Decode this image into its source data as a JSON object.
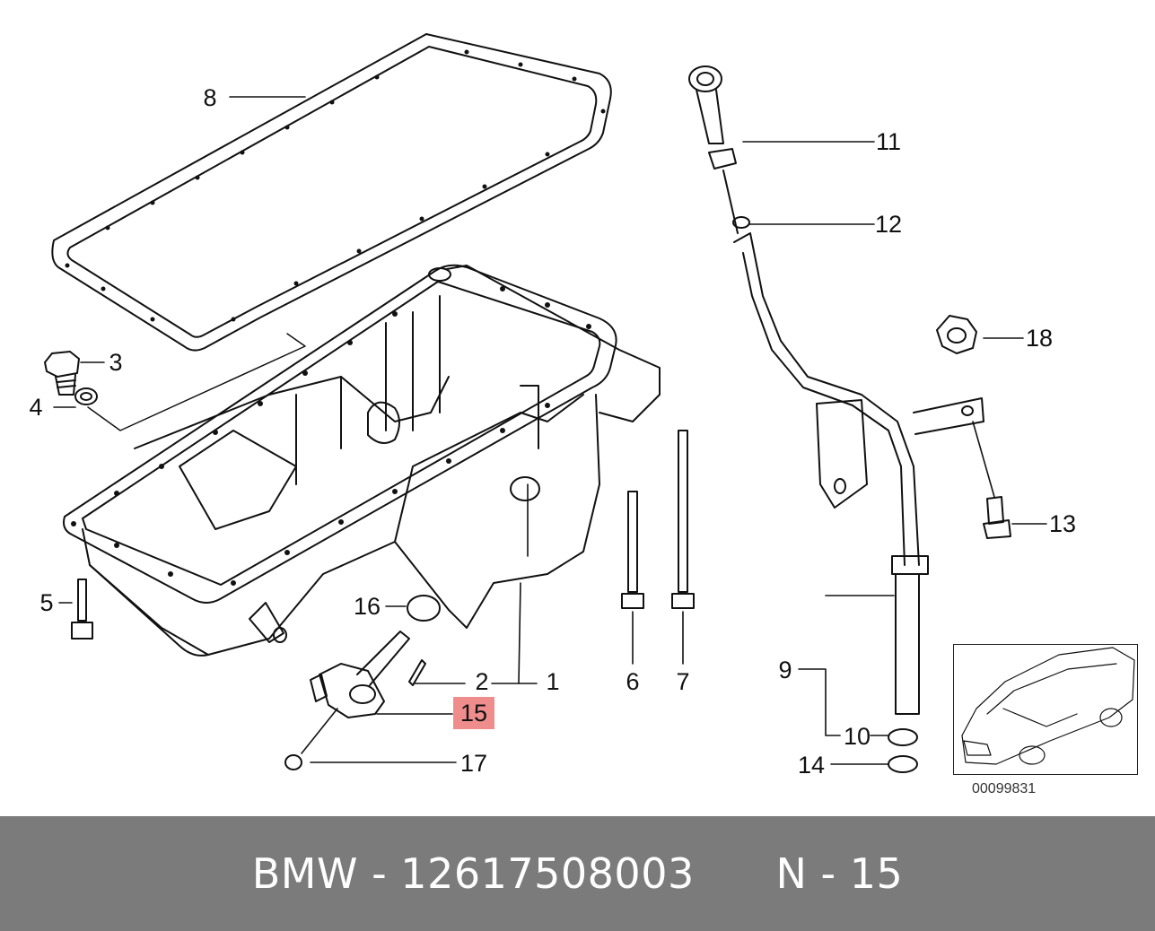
{
  "diagram": {
    "callouts": [
      {
        "id": "c1",
        "label": "1"
      },
      {
        "id": "c2",
        "label": "2"
      },
      {
        "id": "c3",
        "label": "3"
      },
      {
        "id": "c4",
        "label": "4"
      },
      {
        "id": "c5",
        "label": "5"
      },
      {
        "id": "c6",
        "label": "6"
      },
      {
        "id": "c7",
        "label": "7"
      },
      {
        "id": "c8",
        "label": "8"
      },
      {
        "id": "c9",
        "label": "9"
      },
      {
        "id": "c10",
        "label": "10"
      },
      {
        "id": "c11",
        "label": "11"
      },
      {
        "id": "c12",
        "label": "12"
      },
      {
        "id": "c13",
        "label": "13"
      },
      {
        "id": "c14",
        "label": "14"
      },
      {
        "id": "c15",
        "label": "15",
        "highlighted": true
      },
      {
        "id": "c16",
        "label": "16"
      },
      {
        "id": "c17",
        "label": "17"
      },
      {
        "id": "c18",
        "label": "18"
      }
    ],
    "reference_code": "00099831",
    "highlight_color": "#ef8d8d"
  },
  "footer": {
    "brand": "BMW",
    "separator": "-",
    "part_number": "12617508003",
    "position_prefix": "N",
    "position_number": "15",
    "background": "#7b7b7b"
  }
}
